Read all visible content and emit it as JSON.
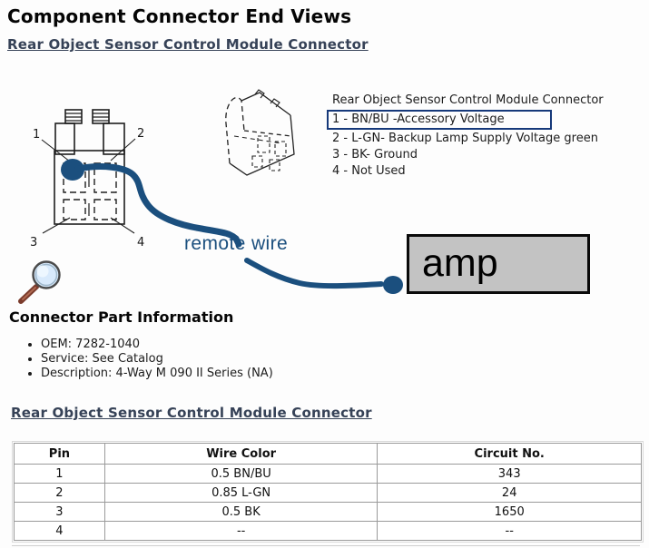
{
  "page": {
    "title": "Component Connector End Views",
    "section_link": "Rear Object Sensor Control Module Connector",
    "section_link_2": "Rear Object Sensor Control Module Connector"
  },
  "diagram": {
    "legend": {
      "title": "Rear Object Sensor Control Module Connector",
      "line_1": "1 - BN/BU -Accessory Voltage",
      "line_2": "2 - L-GN- Backup Lamp Supply Voltage green",
      "line_3": "3 - BK- Ground",
      "line_4": "4 - Not Used"
    },
    "pins": [
      "1",
      "2",
      "3",
      "4"
    ],
    "wire_label": "remote wire",
    "amp_label": "amp",
    "colors": {
      "wire_blue": "#1b4f7e",
      "highlight_box_navy": "#16397a",
      "amp_gray": "#c3c3c3",
      "link_slate": "#364257"
    }
  },
  "part_info": {
    "heading": "Connector Part Information",
    "items": [
      "OEM: 7282-1040",
      "Service: See Catalog",
      "Description: 4-Way M 090 II Series (NA)"
    ]
  },
  "pin_table": {
    "columns": [
      "Pin",
      "Wire Color",
      "Circuit No."
    ],
    "rows": [
      [
        "1",
        "0.5 BN/BU",
        "343"
      ],
      [
        "2",
        "0.85 L-GN",
        "24"
      ],
      [
        "3",
        "0.5 BK",
        "1650"
      ],
      [
        "4",
        "--",
        "--"
      ]
    ]
  }
}
